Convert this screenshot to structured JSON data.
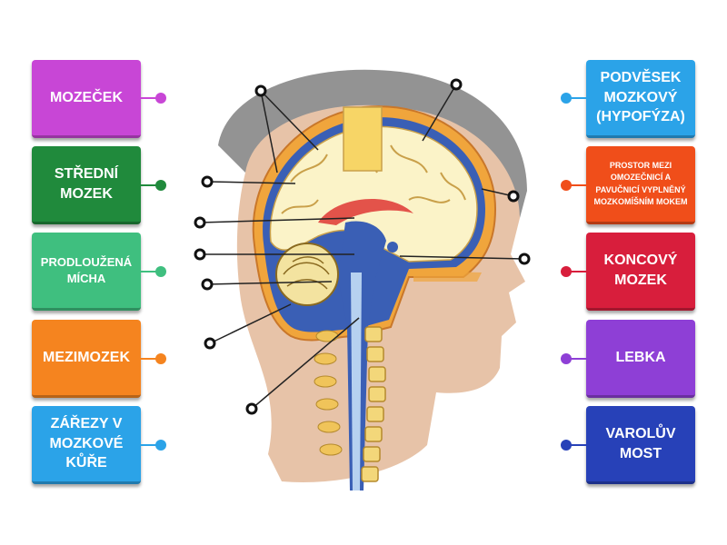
{
  "left_labels": [
    {
      "text": "MOZEČEK",
      "color": "#c846d6"
    },
    {
      "text": "STŘEDNÍ MOZEK",
      "color": "#208a3c"
    },
    {
      "text": "PRODLOUŽENÁ MÍCHA",
      "color": "#3fbf7f"
    },
    {
      "text": "MEZIMOZEK",
      "color": "#f5841f"
    },
    {
      "text": "ZÁŘEZY V MOZKOVÉ KŮŘE",
      "color": "#2ba3e8"
    }
  ],
  "right_labels": [
    {
      "text": "PODVĚSEK MOZKOVÝ (HYPOFÝZA)",
      "color": "#2ba3e8"
    },
    {
      "text": "PROSTOR MEZI OMOZEČNICÍ A PAVUČNICÍ VYPLNĚNÝ MOZKOMÍŠNÍM MOKEM",
      "color": "#f04e1a"
    },
    {
      "text": "KONCOVÝ MOZEK",
      "color": "#d81e3c"
    },
    {
      "text": "LEBKA",
      "color": "#8e3fd6"
    },
    {
      "text": "VAROLŮV MOST",
      "color": "#2741b8"
    }
  ],
  "icons": {
    "drop_target": "circle-target-icon",
    "connector": "pin-dot-icon"
  }
}
